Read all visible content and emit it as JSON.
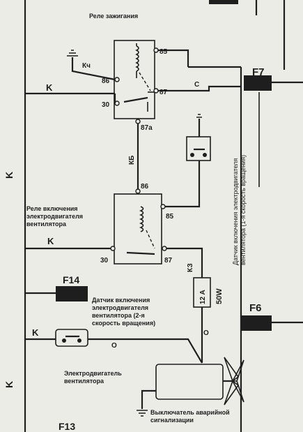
{
  "relays": {
    "ignition": {
      "title": "Реле зажигания",
      "pins": {
        "p85": "85",
        "p86": "86",
        "p87": "87",
        "p30": "30",
        "p87a": "87a"
      }
    },
    "fan": {
      "title_lines": [
        "Реле включения",
        "электродвигателя",
        "вентилятора"
      ],
      "pins": {
        "p86": "86",
        "p85": "85",
        "p30": "30",
        "p87": "87"
      }
    }
  },
  "fuses": {
    "f7": "F7",
    "f6": "F6",
    "f14": "F14",
    "f13": "F13"
  },
  "wires": {
    "k": "K",
    "kch": "Кч",
    "c": "С",
    "kb": "КБ",
    "kz": "КЗ",
    "o": "О"
  },
  "resistor": {
    "value": "12 A",
    "power": "50W"
  },
  "sensor_first": {
    "lines": [
      "Датчик включения электродвигателя",
      "вентилятора (1-я скорость вращения)"
    ]
  },
  "sensor_second": {
    "lines": [
      "Датчик включения",
      "электродвигателя",
      "вентилятора (2-я",
      "скорость вращения)"
    ]
  },
  "motor": {
    "lines": [
      "Электродвигатель",
      "вентилятора"
    ]
  },
  "hazard": {
    "lines": [
      "Выключатель аварийной",
      "сигнализации"
    ]
  }
}
